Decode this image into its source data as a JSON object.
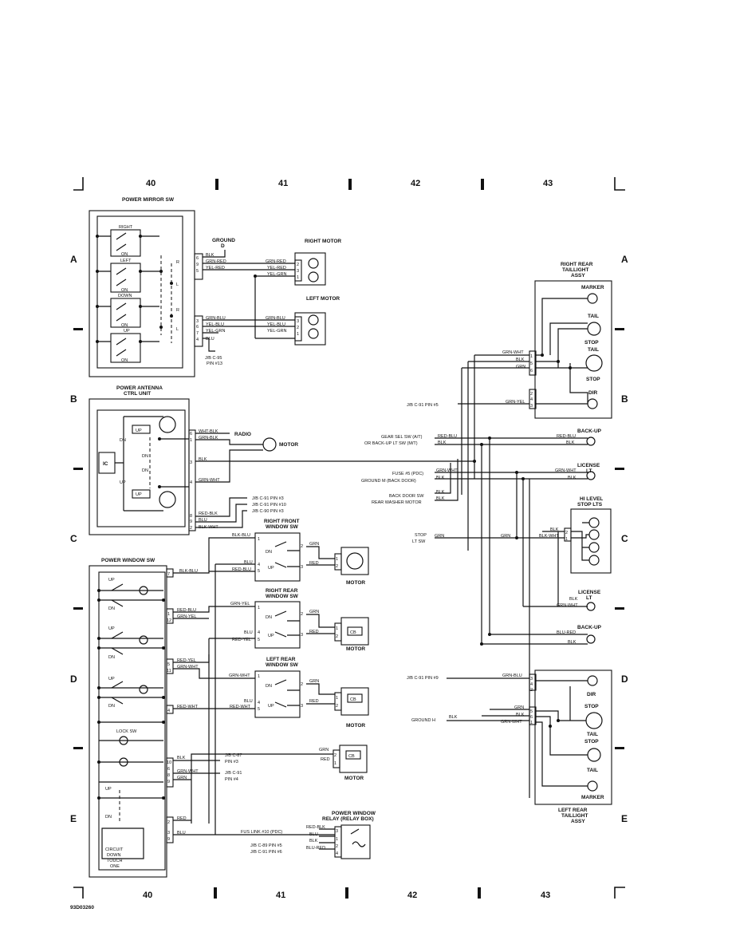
{
  "grid": {
    "columns": [
      "40",
      "41",
      "42",
      "43"
    ],
    "rows": [
      "A",
      "B",
      "C",
      "D",
      "E"
    ]
  },
  "figure_id": "93D03260",
  "components": {
    "power_mirror_sw": "POWER MIRROR SW",
    "right": "RIGHT",
    "left": "LEFT",
    "down": "DOWN",
    "up": "UP",
    "on": "ON",
    "dn": "DN",
    "r": "R",
    "l": "L",
    "ground_d": "GROUND",
    "ground_d_letter": "D",
    "right_motor": "RIGHT MOTOR",
    "left_motor": "LEFT MOTOR",
    "jb_c95": "J/B C-95",
    "jb_c95_pin": "PIN #13",
    "power_antenna": "POWER ANTENNA",
    "ctrl_unit": "CTRL UNIT",
    "ic": "IC",
    "radio": "RADIO",
    "motor": "MOTOR",
    "jb_c91_3": "J/B C-91 PIN #3",
    "jb_c91_10": "J/B C-91 PIN #10",
    "jb_c90_3": "J/B C-90 PIN #3",
    "power_window_sw": "POWER WINDOW SW",
    "lock_sw": "LOCK SW",
    "circuit": "CIRCUIT",
    "down_txt": "DOWN",
    "touch": "TOUCH",
    "one": "ONE",
    "rf_window_sw_1": "RIGHT FRONT",
    "rf_window_sw_2": "WINDOW SW",
    "rr_window_sw_1": "RIGHT REAR",
    "rr_window_sw_2": "WINDOW SW",
    "lr_window_sw_1": "LEFT REAR",
    "lr_window_sw_2": "WINDOW SW",
    "cb": "CB",
    "jb_c87": "J/B C-87",
    "jb_c87_pin": "PIN #3",
    "jb_c91": "J/B C-91",
    "jb_c91_pin4": "PIN #4",
    "pw_relay_1": "POWER WINDOW",
    "pw_relay_2": "RELAY (RELAY BOX)",
    "fus_link": "FUS LINK #10 (PDC)",
    "jb_c89_5": "J/B C-89 PIN #5",
    "jb_c91_6": "J/B C-91 PIN #6",
    "rr_taillight_1": "RIGHT REAR",
    "rr_taillight_2": "TAILLIGHT",
    "rr_taillight_3": "ASSY",
    "marker": "MARKER",
    "tail": "TAIL",
    "stop_tail_1": "STOP",
    "stop_tail_2": "TAIL",
    "stop": "STOP",
    "dir": "DIR",
    "jb_c91_5": "J/B C-91 PIN #5",
    "back_up": "BACK-UP",
    "gear_sel_1": "GEAR SEL SW (A/T)",
    "gear_sel_2": "OR BACK-UP LT SW (M/T)",
    "license": "LICENSE",
    "lt": "LT",
    "fuse5": "FUSE #5 (PDC)",
    "ground_m": "GROUND M (BACK DOOR)",
    "back_door_sw": "BACK DOOR SW",
    "rear_washer": "REAR WASHER MOTOR",
    "hi_level_1": "HI LEVEL",
    "hi_level_2": "STOP LTS",
    "stop_lt_1": "STOP",
    "stop_lt_2": "LT SW",
    "jb_c91_9": "J/B C-91 PIN #9",
    "ground_h": "GROUND H",
    "tail_stop_1": "TAIL",
    "tail_stop_2": "STOP",
    "lr_taillight_1": "LEFT REAR",
    "lr_taillight_2": "TAILLIGHT",
    "lr_taillight_3": "ASSY"
  },
  "wires": {
    "blk": "BLK",
    "grn_red": "GRN-RED",
    "yel_red": "YEL-RED",
    "yel_grn": "YEL-GRN",
    "grn_blu": "GRN-BLU",
    "yel_blu": "YEL-BLU",
    "blu": "BLU",
    "wht_blk": "WHT-BLK",
    "grn_blk": "GRN-BLK",
    "grn_wht": "GRN-WHT",
    "red_blk": "RED-BLK",
    "blk_wht": "BLK-WHT",
    "blk_blu": "BLK-BLU",
    "red_blu": "RED-BLU",
    "grn_yel": "GRN-YEL",
    "red_yel": "RED-YEL",
    "red_wht": "RED-WHT",
    "grn": "GRN",
    "red": "RED",
    "blu_red": "BLU-RED"
  },
  "pins": [
    "1",
    "2",
    "3",
    "4",
    "5",
    "6",
    "7",
    "8",
    "9",
    "10",
    "11",
    "12"
  ]
}
